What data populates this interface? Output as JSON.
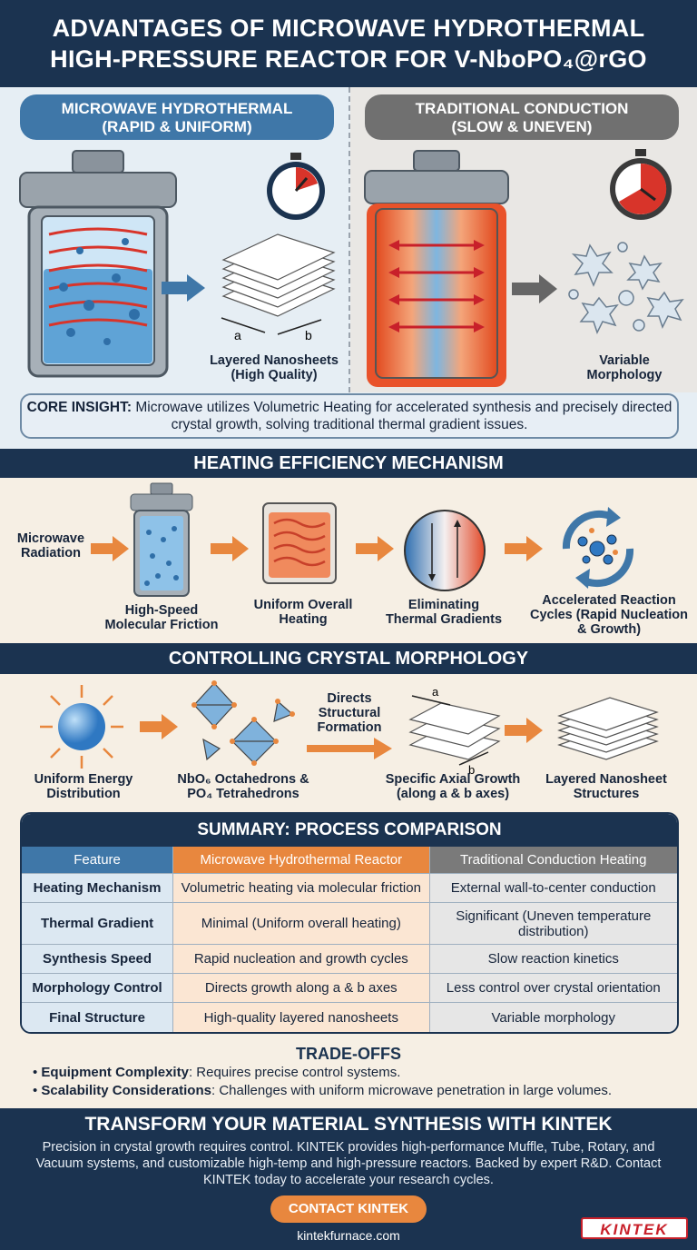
{
  "title": {
    "line1": "ADVANTAGES OF MICROWAVE HYDROTHERMAL",
    "line2": "HIGH-PRESSURE REACTOR FOR V-NboPO₄@rGO"
  },
  "comparison": {
    "left_label": {
      "line1": "MICROWAVE HYDROTHERMAL",
      "line2": "(RAPID & UNIFORM)"
    },
    "right_label": {
      "line1": "TRADITIONAL CONDUCTION",
      "line2": "(SLOW & UNEVEN)"
    },
    "left_caption": {
      "line1": "Layered Nanosheets",
      "line2": "(High Quality)"
    },
    "right_caption": {
      "line1": "Variable",
      "line2": "Morphology"
    },
    "axis_a": "a",
    "axis_b": "b",
    "insight_label": "CORE INSIGHT:",
    "insight_text": " Microwave utilizes Volumetric Heating for accelerated synthesis and precisely directed crystal growth, solving traditional thermal gradient issues."
  },
  "mechanism": {
    "heading": "HEATING EFFICIENCY MECHANISM",
    "start_label": {
      "line1": "Microwave",
      "line2": "Radiation"
    },
    "steps": [
      {
        "line1": "High-Speed",
        "line2": "Molecular Friction"
      },
      {
        "line1": "Uniform Overall",
        "line2": "Heating"
      },
      {
        "line1": "Eliminating",
        "line2": "Thermal Gradients"
      },
      {
        "line1": "Accelerated Reaction",
        "line2": "Cycles (Rapid Nucleation",
        "line3": "& Growth)"
      }
    ]
  },
  "morphology": {
    "heading": "CONTROLLING CRYSTAL MORPHOLOGY",
    "steps": [
      {
        "line1": "Uniform Energy",
        "line2": "Distribution"
      },
      {
        "line1": "NbO₆ Octahedrons &",
        "line2": "PO₄ Tetrahedrons"
      },
      {
        "line1": "Specific Axial Growth",
        "line2": "(along a & b axes)"
      },
      {
        "line1": "Layered Nanosheet",
        "line2": "Structures"
      }
    ],
    "arrow_label": {
      "line1": "Directs",
      "line2": "Structural",
      "line3": "Formation"
    },
    "axis_a": "a",
    "axis_b": "b"
  },
  "summary": {
    "heading": "SUMMARY: PROCESS COMPARISON",
    "columns": [
      "Feature",
      "Microwave Hydrothermal Reactor",
      "Traditional Conduction Heating"
    ],
    "rows": [
      [
        "Heating Mechanism",
        "Volumetric heating via molecular friction",
        "External wall-to-center conduction"
      ],
      [
        "Thermal Gradient",
        "Minimal (Uniform overall heating)",
        "Significant (Uneven temperature distribution)"
      ],
      [
        "Synthesis Speed",
        "Rapid nucleation and growth cycles",
        "Slow reaction kinetics"
      ],
      [
        "Morphology Control",
        "Directs growth along a & b axes",
        "Less control over crystal orientation"
      ],
      [
        "Final Structure",
        "High-quality layered nanosheets",
        "Variable morphology"
      ]
    ]
  },
  "tradeoffs": {
    "heading": "TRADE-OFFS",
    "items": [
      {
        "label": "Equipment Complexity",
        "text": ": Requires precise control systems."
      },
      {
        "label": "Scalability Considerations",
        "text": ": Challenges with uniform microwave penetration in large volumes."
      }
    ]
  },
  "footer": {
    "heading": "TRANSFORM YOUR MATERIAL SYNTHESIS WITH KINTEK",
    "body": "Precision in crystal growth requires control. KINTEK provides high-performance Muffle, Tube, Rotary, and Vacuum systems, and customizable high-temp and high-pressure reactors. Backed by expert R&D. Contact KINTEK today to accelerate your research cycles.",
    "button": "CONTACT KINTEK",
    "url": "kintekfurnace.com",
    "logo": "KINTEK"
  },
  "colors": {
    "navy": "#1b3350",
    "blue": "#3f77a8",
    "orange": "#e8873e",
    "gray": "#707070",
    "red": "#d8342a"
  }
}
